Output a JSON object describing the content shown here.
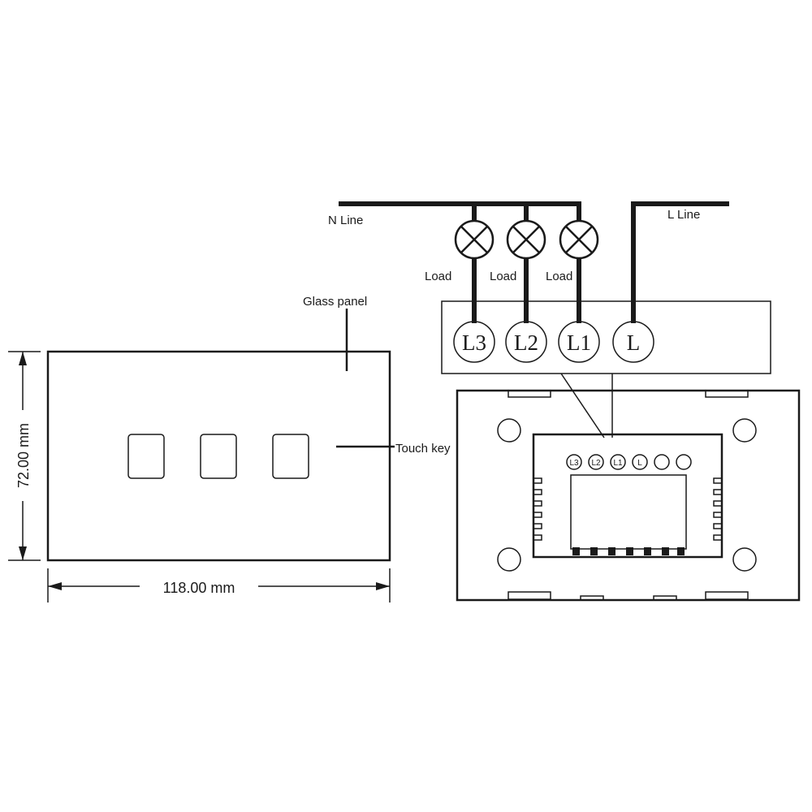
{
  "labels": {
    "n_line": "N  Line",
    "l_line": "L  Line",
    "load_1": "Load",
    "load_2": "Load",
    "load_3": "Load",
    "glass_panel": "Glass  panel",
    "touch_key": "Touch key",
    "width_dim": "118.00 mm",
    "height_dim": "72.00 mm"
  },
  "terminals": [
    "L3",
    "L2",
    "L1",
    "L"
  ],
  "board_terminals": [
    "L3",
    "L2",
    "L1",
    "L",
    "",
    ""
  ],
  "colors": {
    "line": "#1a1a1a",
    "background": "#ffffff"
  }
}
